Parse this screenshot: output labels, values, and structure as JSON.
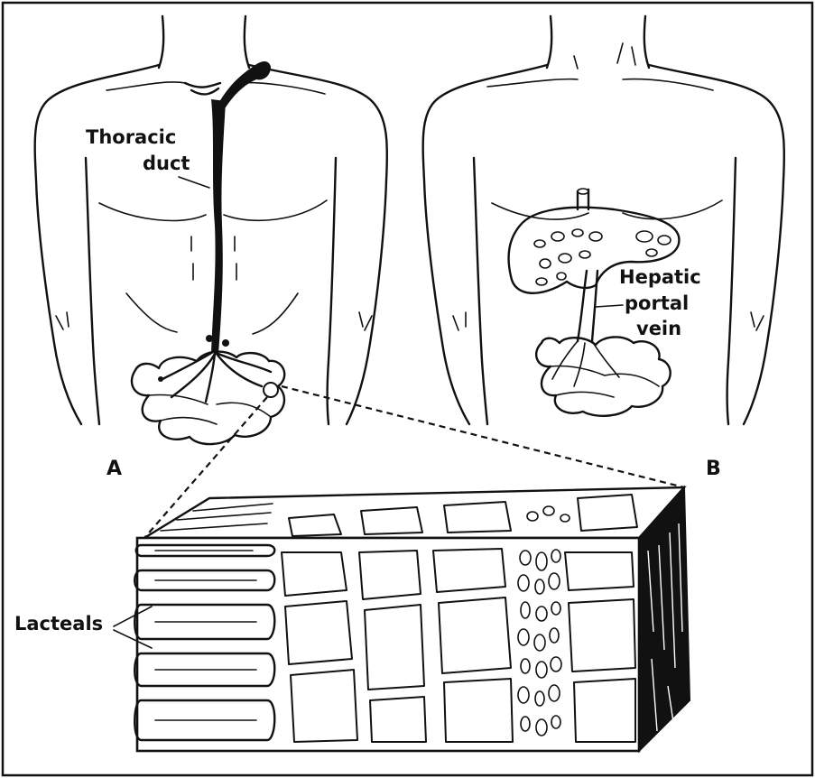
{
  "labels": {
    "thoracic_line1": "Thoracic",
    "thoracic_line2": "duct",
    "hepatic_line1": "Hepatic",
    "hepatic_line2": "portal",
    "hepatic_line3": "vein",
    "lacteals": "Lacteals",
    "panel_a": "A",
    "panel_b": "B"
  },
  "colors": {
    "ink": "#111111",
    "paper": "#ffffff"
  }
}
